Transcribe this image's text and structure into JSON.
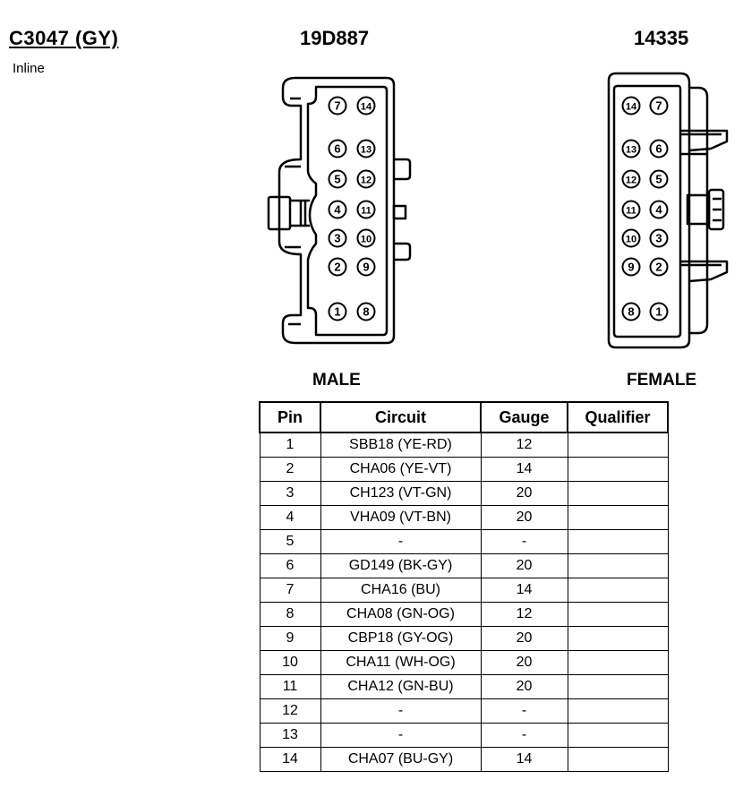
{
  "header": {
    "connector_id": "C3047 (GY)",
    "location": "Inline"
  },
  "male": {
    "part_number": "19D887",
    "label": "MALE",
    "pin_rows": [
      [
        "7",
        "14"
      ],
      [
        "6",
        "13"
      ],
      [
        "5",
        "12"
      ],
      [
        "4",
        "11"
      ],
      [
        "3",
        "10"
      ],
      [
        "2",
        "9"
      ],
      [
        "1",
        "8"
      ]
    ]
  },
  "female": {
    "part_number": "14335",
    "label": "FEMALE",
    "pin_rows": [
      [
        "14",
        "7"
      ],
      [
        "13",
        "6"
      ],
      [
        "12",
        "5"
      ],
      [
        "11",
        "4"
      ],
      [
        "10",
        "3"
      ],
      [
        "9",
        "2"
      ],
      [
        "8",
        "1"
      ]
    ]
  },
  "table": {
    "headers": [
      "Pin",
      "Circuit",
      "Gauge",
      "Qualifier"
    ],
    "rows": [
      {
        "pin": "1",
        "circuit": "SBB18 (YE-RD)",
        "gauge": "12",
        "qualifier": ""
      },
      {
        "pin": "2",
        "circuit": "CHA06 (YE-VT)",
        "gauge": "14",
        "qualifier": ""
      },
      {
        "pin": "3",
        "circuit": "CH123 (VT-GN)",
        "gauge": "20",
        "qualifier": ""
      },
      {
        "pin": "4",
        "circuit": "VHA09 (VT-BN)",
        "gauge": "20",
        "qualifier": ""
      },
      {
        "pin": "5",
        "circuit": "-",
        "gauge": "-",
        "qualifier": ""
      },
      {
        "pin": "6",
        "circuit": "GD149 (BK-GY)",
        "gauge": "20",
        "qualifier": ""
      },
      {
        "pin": "7",
        "circuit": "CHA16 (BU)",
        "gauge": "14",
        "qualifier": ""
      },
      {
        "pin": "8",
        "circuit": "CHA08 (GN-OG)",
        "gauge": "12",
        "qualifier": ""
      },
      {
        "pin": "9",
        "circuit": "CBP18 (GY-OG)",
        "gauge": "20",
        "qualifier": ""
      },
      {
        "pin": "10",
        "circuit": "CHA11 (WH-OG)",
        "gauge": "20",
        "qualifier": ""
      },
      {
        "pin": "11",
        "circuit": "CHA12 (GN-BU)",
        "gauge": "20",
        "qualifier": ""
      },
      {
        "pin": "12",
        "circuit": "-",
        "gauge": "-",
        "qualifier": ""
      },
      {
        "pin": "13",
        "circuit": "-",
        "gauge": "-",
        "qualifier": ""
      },
      {
        "pin": "14",
        "circuit": "CHA07 (BU-GY)",
        "gauge": "14",
        "qualifier": ""
      }
    ]
  }
}
